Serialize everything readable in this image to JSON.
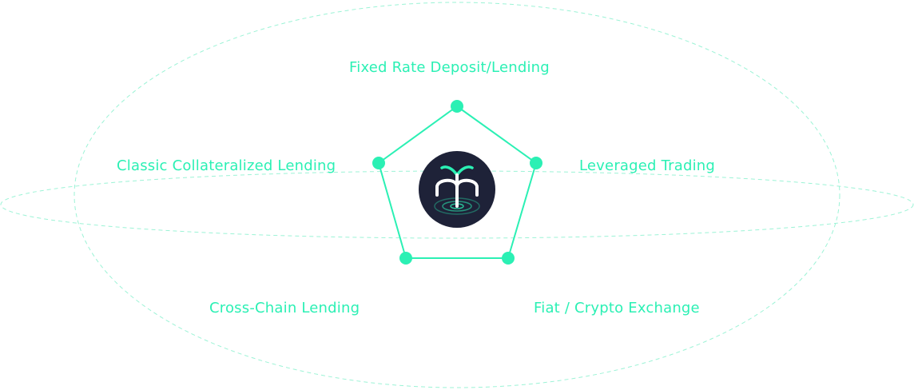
{
  "features": {
    "top": "Fixed Rate Deposit/Lending",
    "left": "Classic Collateralized Lending",
    "right": "Leveraged Trading",
    "bottom_left": "Cross-Chain Lending",
    "bottom_right": "Fiat / Crypto Exchange"
  },
  "logo": {
    "icon": "fountain-logo-icon"
  },
  "colors": {
    "accent": "#2BF0B4",
    "orbit": "#9CF3D6",
    "logo_background": "#1E2238",
    "logo_foreground": "#FFFFFF"
  }
}
